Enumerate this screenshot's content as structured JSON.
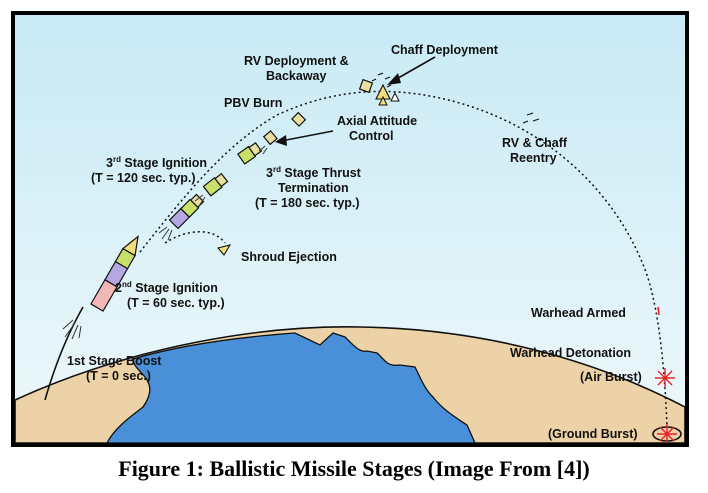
{
  "figure": {
    "caption": "Figure 1: Ballistic Missile Stages (Image From [4])",
    "colors": {
      "sky": "#dff2f8",
      "ocean": "#4a90d9",
      "land": "#ecd2a6",
      "outline": "#111111",
      "burst": "#e8232a",
      "stage1": "#f2b8b8",
      "stage2": "#b6a6e4",
      "stage3": "#c8e06a",
      "rv": "#f3dc7a"
    },
    "labels": {
      "chaff_deployment": "Chaff Deployment",
      "rv_deployment_1": "RV Deployment &",
      "rv_deployment_2": "Backaway",
      "pbv_burn": "PBV Burn",
      "axial_attitude_1": "Axial Attitude",
      "axial_attitude_2": "Control",
      "rv_chaff_1": "RV & Chaff",
      "rv_chaff_2": "Reentry",
      "third_ignition_base": "3",
      "third_ignition_sup": "rd",
      "third_ignition_rest": " Stage Ignition",
      "third_ignition_time": "(T = 120 sec. typ.)",
      "third_term_base": "3",
      "third_term_sup": "rd",
      "third_term_rest": " Stage Thrust",
      "third_term_2": "Termination",
      "third_term_time": "(T = 180 sec. typ.)",
      "shroud_ejection": "Shroud Ejection",
      "second_ignition_base": "2",
      "second_ignition_sup": "nd",
      "second_ignition_rest": " Stage Ignition",
      "second_ignition_time": "(T = 60 sec. typ.)",
      "first_boost": "1st Stage Boost",
      "first_boost_time": "(T = 0 sec.)",
      "warhead_armed": "Warhead Armed",
      "warhead_detonation": "Warhead Detonation",
      "air_burst": "(Air Burst)",
      "ground_burst": "(Ground Burst)"
    }
  }
}
